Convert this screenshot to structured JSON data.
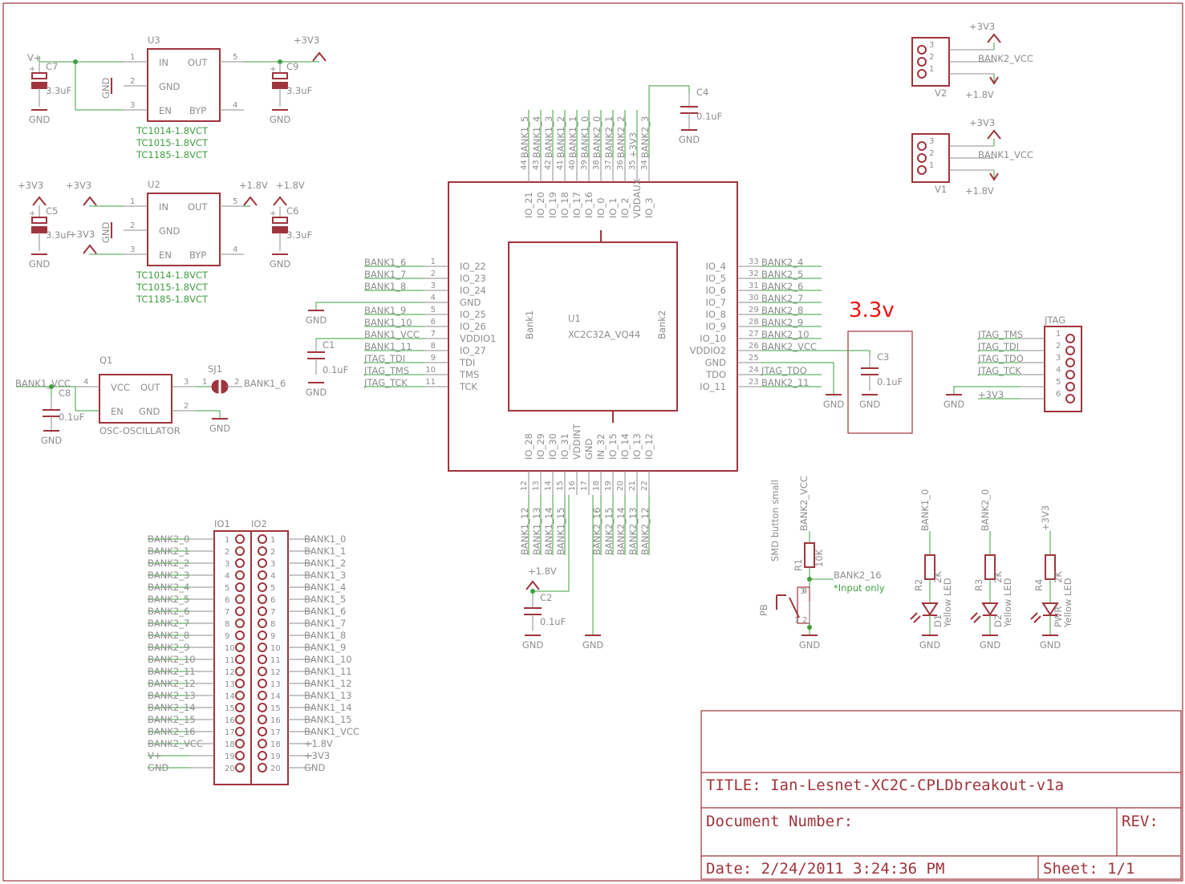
{
  "frame": {
    "title": "TITLE:  Ian-Lesnet-XC2C-CPLDbreakout-v1a",
    "doc": "Document Number:",
    "rev": "REV:",
    "date": "Date: 2/24/2011  3:24:36 PM",
    "sheet": "Sheet: 1/1"
  },
  "note_3v3": "3.3v",
  "nets": {
    "gnd": "GND",
    "v3v3": "+3V3",
    "v1v8": "+1.8V",
    "vplus": "V+",
    "bank1_vcc": "BANK1_VCC",
    "bank2_vcc": "BANK2_VCC",
    "bank1_6": "BANK1_6",
    "bank2_16": "BANK2_16",
    "bank1_0": "BANK1_0",
    "bank2_0": "BANK2_0",
    "input_only": "*Input only"
  },
  "regs": {
    "u3": "U3",
    "u2": "U2",
    "in": "IN",
    "gnd": "GND",
    "en": "EN",
    "out": "OUT",
    "byp": "BYP",
    "pins": [
      "1",
      "2",
      "3",
      "5",
      "4"
    ],
    "parts": [
      "TC1014-1.8VCT",
      "TC1015-1.8VCT",
      "TC1185-1.8VCT"
    ]
  },
  "caps": {
    "c7": "C7",
    "c9": "C9",
    "c5": "C5",
    "c6": "C6",
    "c8": "C8",
    "c1": "C1",
    "c2": "C2",
    "c3": "C3",
    "c4": "C4",
    "v33u": "3.3uF",
    "v01u": "0.1uF"
  },
  "osc": {
    "ref": "Q1",
    "part": "OSC-OSCILLATOR",
    "vcc": "VCC",
    "out": "OUT",
    "en": "EN",
    "gnd": "GND",
    "pins": [
      "4",
      "3",
      "2"
    ],
    "sj": "SJ1",
    "sjpins": [
      "1",
      "2"
    ]
  },
  "cpld": {
    "ref": "U1",
    "part": "XC2C32A_VQ44",
    "bank1": "Bank1",
    "bank2": "Bank2",
    "left": [
      [
        "1",
        "BANK1_6",
        "IO_22"
      ],
      [
        "2",
        "BANK1_7",
        "IO_23"
      ],
      [
        "3",
        "BANK1_8",
        "IO_24"
      ],
      [
        "4",
        "",
        "GND"
      ],
      [
        "5",
        "BANK1_9",
        "IO_25"
      ],
      [
        "6",
        "BANK1_10",
        "IO_26"
      ],
      [
        "7",
        "BANK1_VCC",
        "VDDIO1"
      ],
      [
        "8",
        "BANK1_11",
        "IO_27"
      ],
      [
        "9",
        "JTAG_TDI",
        "TDI"
      ],
      [
        "10",
        "JTAG_TMS",
        "TMS"
      ],
      [
        "11",
        "JTAG_TCK",
        "TCK"
      ]
    ],
    "right": [
      [
        "33",
        "BANK2_4",
        "IO_4"
      ],
      [
        "32",
        "BANK2_5",
        "IO_5"
      ],
      [
        "31",
        "BANK2_6",
        "IO_6"
      ],
      [
        "30",
        "BANK2_7",
        "IO_7"
      ],
      [
        "29",
        "BANK2_8",
        "IO_8"
      ],
      [
        "28",
        "BANK2_9",
        "IO_9"
      ],
      [
        "27",
        "BANK2_10",
        "IO_10"
      ],
      [
        "26",
        "BANK2_VCC",
        "VDDIO2"
      ],
      [
        "25",
        "",
        "GND"
      ],
      [
        "24",
        "JTAG_TDO",
        "TDO"
      ],
      [
        "23",
        "BANK2_11",
        "IO_11"
      ]
    ],
    "top": [
      [
        "44",
        "BANK1_5",
        "IO_21"
      ],
      [
        "43",
        "BANK1_4",
        "IO_20"
      ],
      [
        "42",
        "BANK1_3",
        "IO_19"
      ],
      [
        "41",
        "BANK1_2",
        "IO_18"
      ],
      [
        "40",
        "BANK1_1",
        "IO_17"
      ],
      [
        "39",
        "BANK1_0",
        "IO_16"
      ],
      [
        "38",
        "BANK2_0",
        "IO_0"
      ],
      [
        "37",
        "BANK2_1",
        "IO_1"
      ],
      [
        "36",
        "BANK2_2",
        "IO_2"
      ],
      [
        "35",
        "+3V3",
        "VDDAUX"
      ],
      [
        "34",
        "BANK2_3",
        "IO_3"
      ]
    ],
    "bottom": [
      [
        "12",
        "BANK1_12",
        "IO_28"
      ],
      [
        "13",
        "BANK1_13",
        "IO_29"
      ],
      [
        "14",
        "BANK1_14",
        "IO_30"
      ],
      [
        "15",
        "BANK1_15",
        "IO_31"
      ],
      [
        "16",
        "",
        "VDDINT"
      ],
      [
        "17",
        "",
        "GND"
      ],
      [
        "18",
        "BANK2_16",
        "IN_32"
      ],
      [
        "19",
        "BANK2_15",
        "IO_15"
      ],
      [
        "20",
        "BANK2_14",
        "IO_14"
      ],
      [
        "21",
        "BANK2_13",
        "IO_13"
      ],
      [
        "22",
        "BANK2_12",
        "IO_12"
      ]
    ]
  },
  "jtag": {
    "ref": "JTAG",
    "sigs": [
      "JTAG_TMS",
      "JTAG_TDI",
      "JTAG_TDO",
      "JTAG_TCK",
      "",
      "+3V3"
    ],
    "pins": [
      "1",
      "2",
      "3",
      "4",
      "5",
      "6"
    ]
  },
  "vsel": [
    {
      "ref": "V2",
      "net": "BANK2_VCC"
    },
    {
      "ref": "V1",
      "net": "BANK1_VCC"
    }
  ],
  "vpins": [
    "3",
    "2",
    "1"
  ],
  "leds": [
    {
      "net": "BANK1_0",
      "r": "R2",
      "d": "D1"
    },
    {
      "net": "BANK2_0",
      "r": "R3",
      "d": "D2"
    },
    {
      "net": "+3V3",
      "r": "R4",
      "d": "PWR"
    }
  ],
  "led_val": "2K",
  "led_type": "Yellow LED",
  "button": {
    "r": "R1",
    "rv": "10K",
    "pb": "PB",
    "desc": "SMD button small",
    "pins": [
      "3",
      "4",
      "1",
      "2"
    ]
  },
  "io1": {
    "ref": "IO1",
    "labels": [
      "BANK2_0",
      "BANK2_1",
      "BANK2_2",
      "BANK2_3",
      "BANK2_4",
      "BANK2_5",
      "BANK2_6",
      "BANK2_7",
      "BANK2_8",
      "BANK2_9",
      "BANK2_10",
      "BANK2_11",
      "BANK2_12",
      "BANK2_13",
      "BANK2_14",
      "BANK2_15",
      "BANK2_16",
      "BANK2_VCC",
      "V+",
      "GND"
    ]
  },
  "io2": {
    "ref": "IO2",
    "labels": [
      "BANK1_0",
      "BANK1_1",
      "BANK1_2",
      "BANK1_3",
      "BANK1_4",
      "BANK1_5",
      "BANK1_6",
      "BANK1_7",
      "BANK1_8",
      "BANK1_9",
      "BANK1_10",
      "BANK1_11",
      "BANK1_12",
      "BANK1_13",
      "BANK1_14",
      "BANK1_15",
      "BANK1_VCC",
      "+1.8V",
      "+3V3",
      "GND"
    ]
  }
}
